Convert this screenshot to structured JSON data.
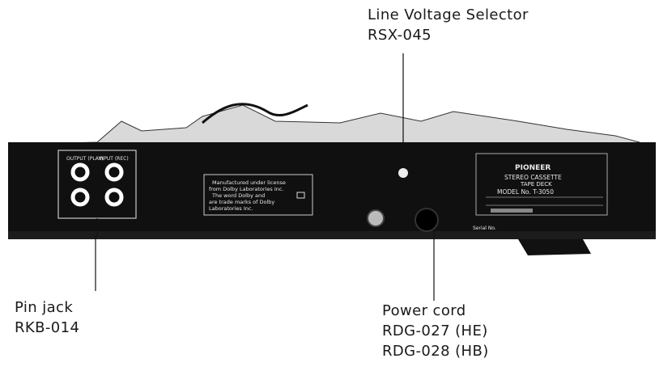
{
  "callouts": {
    "line_voltage_selector": {
      "name": "Line Voltage Selector",
      "part": "RSX-045"
    },
    "pin_jack": {
      "name": "Pin jack",
      "part": "RKB-014"
    },
    "power_cord": {
      "name": "Power cord",
      "parts": [
        "RDG-027 (HE)",
        "RDG-028 (HB)"
      ]
    }
  },
  "panel": {
    "jack_labels": [
      "OUTPUT (PLAY)",
      "INPUT (REC)"
    ],
    "dolby_plate": [
      "Manufactured under license",
      "from Dolby Laboratories Inc.",
      "The word Dolby and",
      "are trade marks of Dolby",
      "Laboratories Inc."
    ],
    "brand": "PIONEER",
    "product": [
      "STEREO CASSETTE",
      "TAPE DECK"
    ],
    "model": "MODEL No. T-3050",
    "serial_label": "Serial No."
  },
  "colors": {
    "panel": "#101010",
    "text": "#1a1a1a",
    "plate": "#e8e8e8"
  }
}
